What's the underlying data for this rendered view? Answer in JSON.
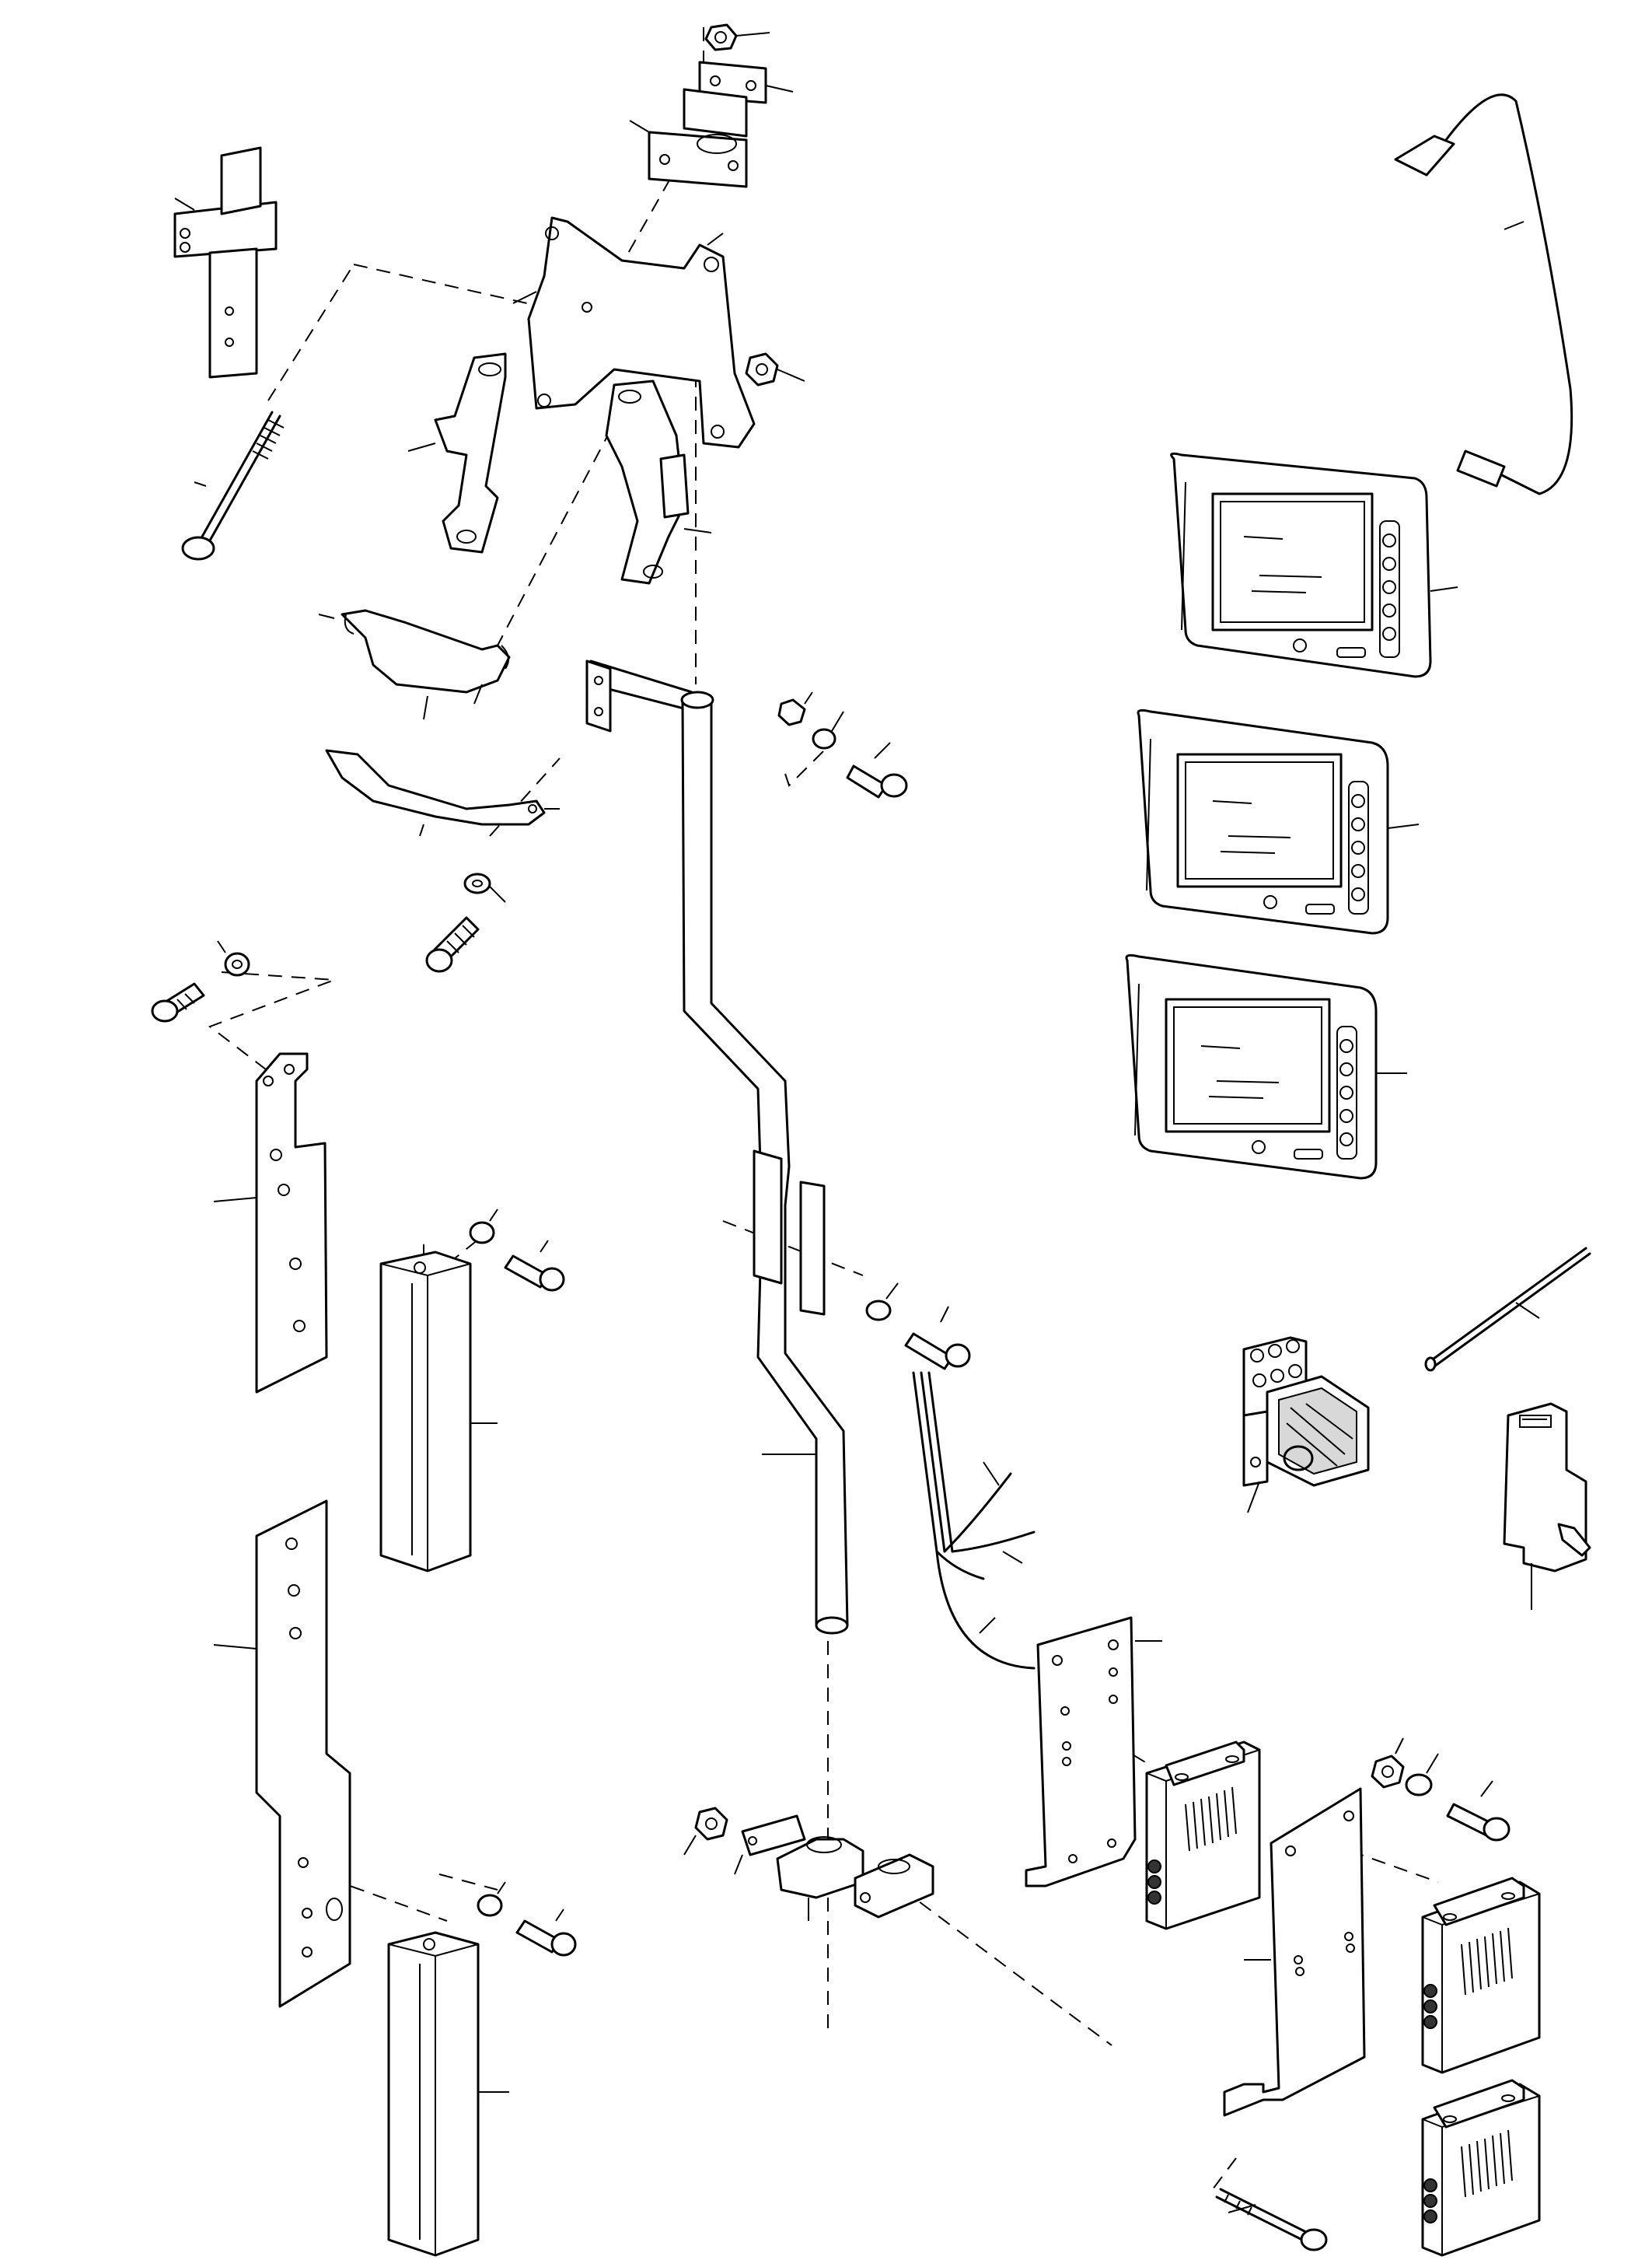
{
  "diagram": {
    "parts": [
      "t-bracket",
      "long-bolt",
      "mount-plate",
      "angle-bracket-left",
      "angle-bracket-right",
      "pipe-clamp-top",
      "clamp-strap",
      "mast-pipe",
      "plate-upper",
      "square-tube-upper",
      "plate-lower",
      "square-tube-lower",
      "pipe-clamp-bottom",
      "camera-cable",
      "monitor-1",
      "monitor-2",
      "monitor-3",
      "wire",
      "relay",
      "fuse-holder",
      "harness",
      "bracket-plate-1",
      "bracket-plate-2",
      "control-box-1",
      "control-box-2",
      "control-box-3"
    ]
  }
}
